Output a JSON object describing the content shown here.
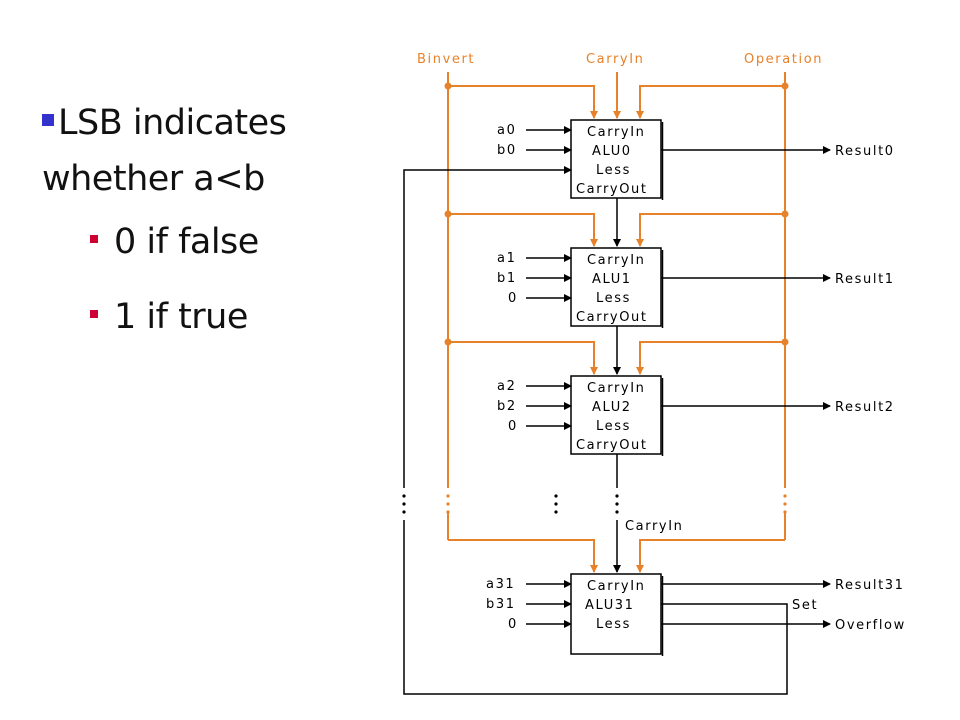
{
  "text": {
    "main_bullet_line1": "LSB indicates",
    "main_bullet_line2": "whether a<b",
    "sub1": "0 if false",
    "sub2": "1 if true"
  },
  "diagram": {
    "top_labels": [
      "Binvert",
      "CarryIn",
      "Operation"
    ],
    "carry_label": "CarryIn",
    "alus": [
      {
        "name": "ALU0",
        "inputs": [
          "a0",
          "b0"
        ],
        "ports": [
          "CarryIn",
          "ALU0",
          "Less",
          "CarryOut"
        ],
        "outputs": [
          "Result0"
        ]
      },
      {
        "name": "ALU1",
        "inputs": [
          "a1",
          "b1",
          "0"
        ],
        "ports": [
          "CarryIn",
          "ALU1",
          "Less",
          "CarryOut"
        ],
        "outputs": [
          "Result1"
        ]
      },
      {
        "name": "ALU2",
        "inputs": [
          "a2",
          "b2",
          "0"
        ],
        "ports": [
          "CarryIn",
          "ALU2",
          "Less",
          "CarryOut"
        ],
        "outputs": [
          "Result2"
        ]
      },
      {
        "name": "ALU31",
        "inputs": [
          "a31",
          "b31",
          "0"
        ],
        "ports": [
          "CarryIn",
          "ALU31",
          "Less"
        ],
        "outputs": [
          "Result31",
          "Set",
          "Overflow"
        ]
      }
    ],
    "colors": {
      "control": "#e8822a",
      "wire": "#000000",
      "bullet_blue": "#3333cc",
      "bullet_red": "#cc0033"
    }
  }
}
